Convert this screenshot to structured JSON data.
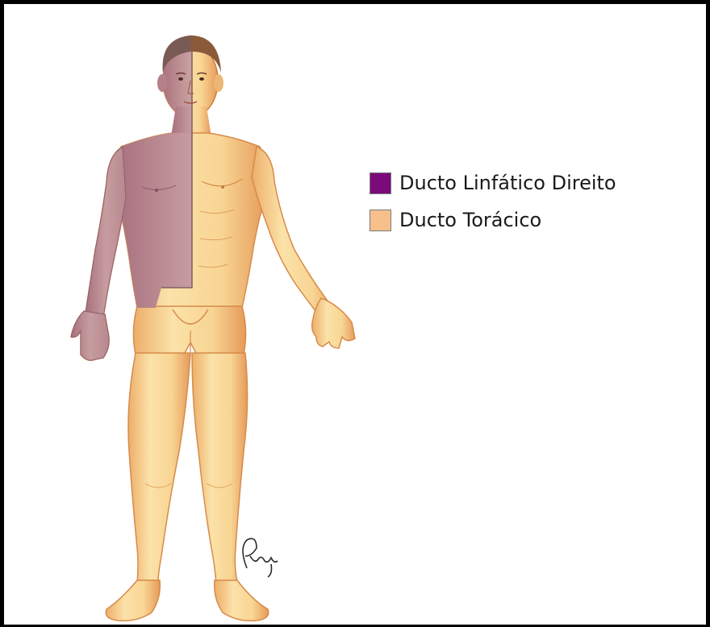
{
  "legend": {
    "items": [
      {
        "label": "Ducto Linfático Direito",
        "color": "#7B0A7B"
      },
      {
        "label": "Ducto Torácico",
        "color": "#F7C08B"
      }
    ]
  },
  "figure": {
    "subject": "human body anterior view",
    "regions": [
      {
        "name": "right-lymphatic-duct-region",
        "color": "#B98C92"
      },
      {
        "name": "thoracic-duct-region",
        "color": "#F8D798"
      }
    ],
    "hair_color": "#8A5A3A"
  }
}
